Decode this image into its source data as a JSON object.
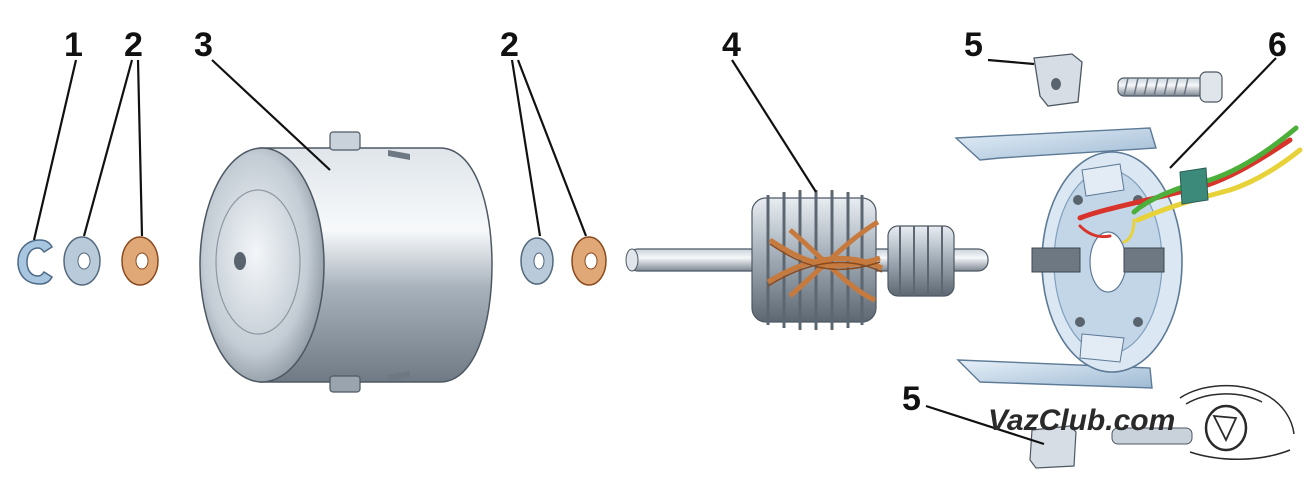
{
  "callouts": {
    "c1": "1",
    "c2a": "2",
    "c3": "3",
    "c2b": "2",
    "c4": "4",
    "c5a": "5",
    "c6": "6",
    "c5b": "5"
  },
  "watermark": "VazClub.com",
  "colors": {
    "metal_light": "#eef2f6",
    "metal_mid": "#b8c2cc",
    "metal_dark": "#6b7682",
    "copper": "#c77a3d",
    "copper_dark": "#8a4a1e",
    "bronze_washer": "#e0a877",
    "plastic_blue": "#cfe2f2",
    "plastic_blue_dark": "#7f9fbd",
    "wire_red": "#d9342b",
    "wire_green": "#4caf3a",
    "wire_yellow": "#e8d23a"
  }
}
